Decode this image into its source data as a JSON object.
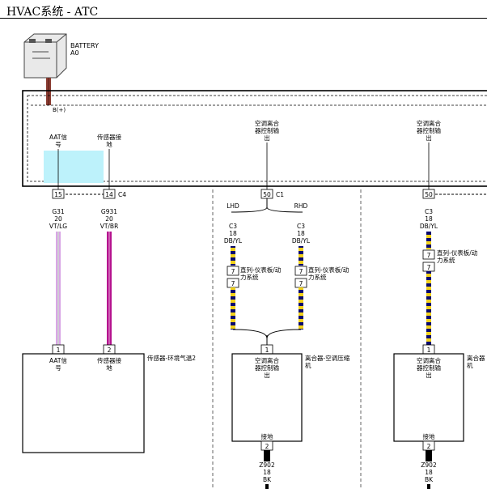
{
  "page": {
    "title": "HVAC系统 - ATC"
  },
  "battery": {
    "name": "BATTERY",
    "code": "A0"
  },
  "module": {
    "bus_label": "B(+)",
    "pins": [
      {
        "label1": "AAT信",
        "label2": "号"
      },
      {
        "label1": "传感器接",
        "label2": "地"
      },
      {
        "label1": "空调离合",
        "label2": "器控制输",
        "label3": "出"
      },
      {
        "label1": "空调离合",
        "label2": "器控制输",
        "label3": "出"
      }
    ]
  },
  "connectors": {
    "c4": "C4",
    "c1": "C1"
  },
  "pin_numbers": {
    "p15": "15",
    "p14": "14",
    "p50a": "50",
    "p50b": "50",
    "p1": "1",
    "p2": "2",
    "p7": "7"
  },
  "wires": {
    "w1": {
      "circuit": "G31",
      "gauge": "20",
      "color": "VT/LG"
    },
    "w2": {
      "circuit": "G931",
      "gauge": "20",
      "color": "VT/BR"
    },
    "w3": {
      "circuit": "C3",
      "gauge": "18",
      "color": "DB/YL"
    },
    "ground": {
      "circuit": "Z902",
      "gauge": "18",
      "color": "BK"
    }
  },
  "variants": {
    "lhd": "LHD",
    "rhd": "RHD"
  },
  "inline_connector": {
    "line1": "直列-仪表板/动",
    "line2": "力系统"
  },
  "components": {
    "sensor": {
      "name": "传感器-环境气温2"
    },
    "clutch": {
      "name1": "离合器-空调压缩",
      "name2": "机",
      "name_short": "离合器"
    },
    "clutch_pin": {
      "label1": "空调离合",
      "label2": "器控制输",
      "label3": "出"
    },
    "ground_label": "接地"
  },
  "colors": {
    "vt_lg": "#d9a6e6",
    "vt_br": "#b5148f",
    "db": "#0a0a6e",
    "yl": "#f2d21b",
    "battery_cable": "#8a3c32",
    "highlight": "#bdf2fb"
  }
}
